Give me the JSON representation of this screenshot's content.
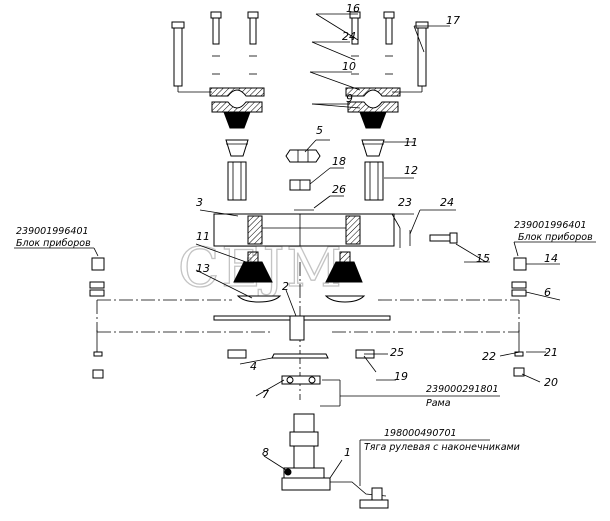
{
  "watermark": "CEJM",
  "part_numbers": {
    "p1": "1",
    "p2": "2",
    "p3": "3",
    "p4": "4",
    "p5": "5",
    "p6": "6",
    "p7": "7",
    "p8": "8",
    "p9": "9",
    "p10": "10",
    "p11_left": "11",
    "p11_right": "11",
    "p12": "12",
    "p13": "13",
    "p14": "14",
    "p15": "15",
    "p16": "16",
    "p17": "17",
    "p18": "18",
    "p19": "19",
    "p20": "20",
    "p21": "21",
    "p22": "22",
    "p23": "23",
    "p24_top": "24",
    "p24_right": "24",
    "p25": "25",
    "p26": "26"
  },
  "references": {
    "left_block_code": "239001996401",
    "left_block_name": "Блок приборов",
    "right_block_code": "239001996401",
    "right_block_name": "Блок приборов",
    "frame_code": "239000291801",
    "frame_name": "Рама",
    "rod_code": "198000490701",
    "rod_name": "Тяга рулевая с наконечниками"
  }
}
